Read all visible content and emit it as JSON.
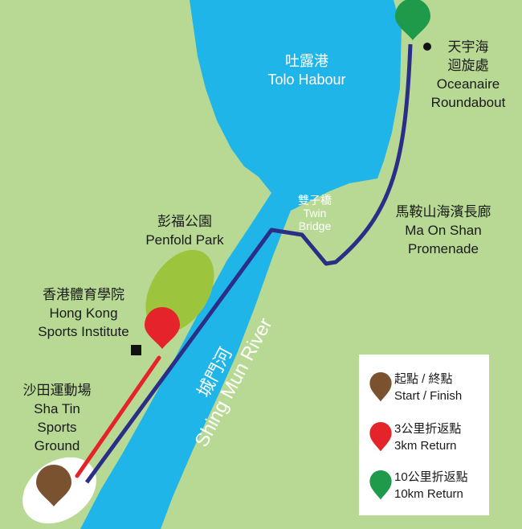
{
  "colors": {
    "land": "#b8d994",
    "water": "#1fb5e8",
    "route_blue": "#2b2e86",
    "route_red": "#e5232a",
    "park": "#9cc43c",
    "start": "#7a5230",
    "red_pin": "#e5232a",
    "green_pin": "#1e9a4a"
  },
  "labels": {
    "tolo_zh": "吐露港",
    "tolo_en": "Tolo Habour",
    "oceanaire_zh1": "天宇海",
    "oceanaire_zh2": "迴旋處",
    "oceanaire_en1": "Oceanaire",
    "oceanaire_en2": "Roundabout",
    "twin_zh": "雙子橋",
    "twin_en1": "Twin",
    "twin_en2": "Bridge",
    "promenade_zh": "馬鞍山海濱長廊",
    "promenade_en1": "Ma On Shan",
    "promenade_en2": "Promenade",
    "penfold_zh": "彭福公園",
    "penfold_en": "Penfold Park",
    "hksi_zh": "香港體育學院",
    "hksi_en1": "Hong Kong",
    "hksi_en2": "Sports Institute",
    "shatin_zh": "沙田運動場",
    "shatin_en1": "Sha Tin",
    "shatin_en2": "Sports",
    "shatin_en3": "Ground",
    "river_zh": "城門河",
    "river_en": "Shing Mun River"
  },
  "legend": [
    {
      "icon": "brown-pin-icon",
      "zh": "起點 / 終點",
      "en": "Start / Finish"
    },
    {
      "icon": "red-pin-icon",
      "zh": "3公里折返點",
      "en": "3km Return"
    },
    {
      "icon": "green-pin-icon",
      "zh": "10公里折返點",
      "en": "10km Return"
    }
  ]
}
